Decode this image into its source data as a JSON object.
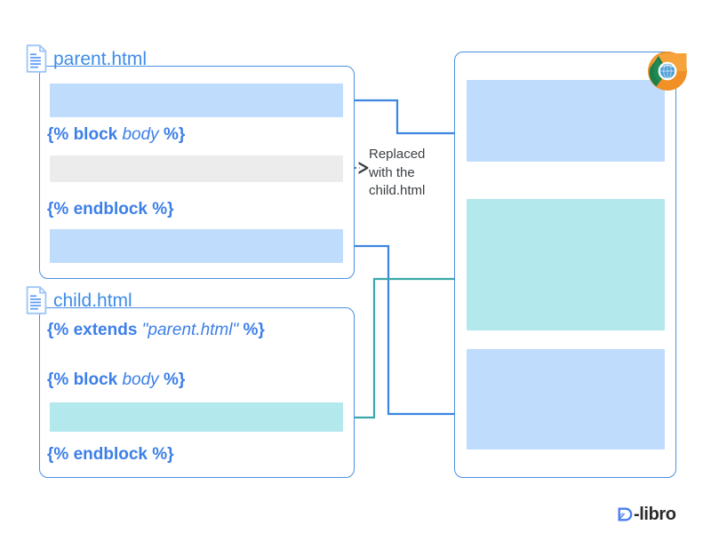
{
  "diagram": {
    "title": "Django template inheritance: parent.html / child.html to rendered page",
    "note_text": "Replaced with the child.html",
    "colors": {
      "accent_blue": "#4a90e2",
      "code_blue": "#3c7fe8",
      "bar_blue": "#bfdcfc",
      "bar_mint": "#b3e8ec",
      "bar_gray": "#ececec",
      "teal_arrow": "#3aa8a8",
      "note_text": "#3c4043"
    }
  },
  "parent": {
    "file_name": "parent.html",
    "icon": "document-icon",
    "lines": [
      {
        "kind": "bar",
        "fill": "blue"
      },
      {
        "kind": "code",
        "prefix": "{%",
        "keyword": "block",
        "argument": "body",
        "suffix": "%}"
      },
      {
        "kind": "bar",
        "fill": "gray"
      },
      {
        "kind": "code",
        "prefix": "{%",
        "keyword": "endblock",
        "argument": "",
        "suffix": "%}"
      },
      {
        "kind": "bar",
        "fill": "blue"
      }
    ],
    "code_block_body": "{% block body %}",
    "code_endblock": "{% endblock %}"
  },
  "child": {
    "file_name": "child.html",
    "icon": "document-icon",
    "lines": [
      {
        "kind": "code",
        "prefix": "{%",
        "keyword": "extends",
        "argument": "\"parent.html\"",
        "suffix": "%}"
      },
      {
        "kind": "code",
        "prefix": "{%",
        "keyword": "block",
        "argument": "body",
        "suffix": "%}"
      },
      {
        "kind": "bar",
        "fill": "mint"
      },
      {
        "kind": "code",
        "prefix": "{%",
        "keyword": "endblock",
        "argument": "",
        "suffix": "%}"
      }
    ],
    "code_extends": "{% extends \"parent.html\" %}",
    "code_block_body": "{% block body %}",
    "code_endblock": "{% endblock %}"
  },
  "browser": {
    "icon": "chrome-logo-icon",
    "blocks": [
      {
        "name": "header-block",
        "fill": "blue"
      },
      {
        "name": "body-block",
        "fill": "mint"
      },
      {
        "name": "footer-block",
        "fill": "blue"
      }
    ]
  },
  "footer": {
    "brand": "-libro",
    "mark": "d-libro-mark-icon"
  }
}
